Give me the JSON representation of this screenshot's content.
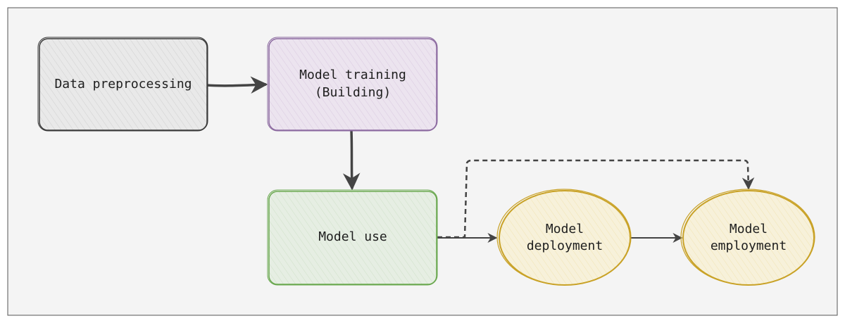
{
  "diagram": {
    "nodes": {
      "data_preprocessing": {
        "lines": [
          "Data preprocessing"
        ],
        "shape": "rounded-rect",
        "stroke": "#3a3a3a",
        "fill": "#e9e9e9"
      },
      "model_training": {
        "lines": [
          "Model training",
          "(Building)"
        ],
        "shape": "rounded-rect",
        "stroke": "#8c6aa0",
        "fill": "#ece4ef"
      },
      "model_use": {
        "lines": [
          "Model use"
        ],
        "shape": "rounded-rect",
        "stroke": "#6aa84f",
        "fill": "#e6eee3"
      },
      "model_deployment": {
        "lines": [
          "Model",
          "deployment"
        ],
        "shape": "ellipse",
        "stroke": "#c9a227",
        "fill": "#f7f1da"
      },
      "model_employment": {
        "lines": [
          "Model",
          "employment"
        ],
        "shape": "ellipse",
        "stroke": "#c9a227",
        "fill": "#f7f1da"
      }
    },
    "edges": [
      {
        "from": "data_preprocessing",
        "to": "model_training",
        "style": "solid"
      },
      {
        "from": "model_training",
        "to": "model_use",
        "style": "solid"
      },
      {
        "from": "model_use",
        "to": "model_deployment",
        "style": "solid"
      },
      {
        "from": "model_deployment",
        "to": "model_employment",
        "style": "solid"
      },
      {
        "from": "model_use",
        "to": "model_employment",
        "style": "dashed"
      }
    ],
    "colors": {
      "background": "#f4f4f4",
      "frame": "#555555",
      "arrow": "#444444"
    }
  }
}
